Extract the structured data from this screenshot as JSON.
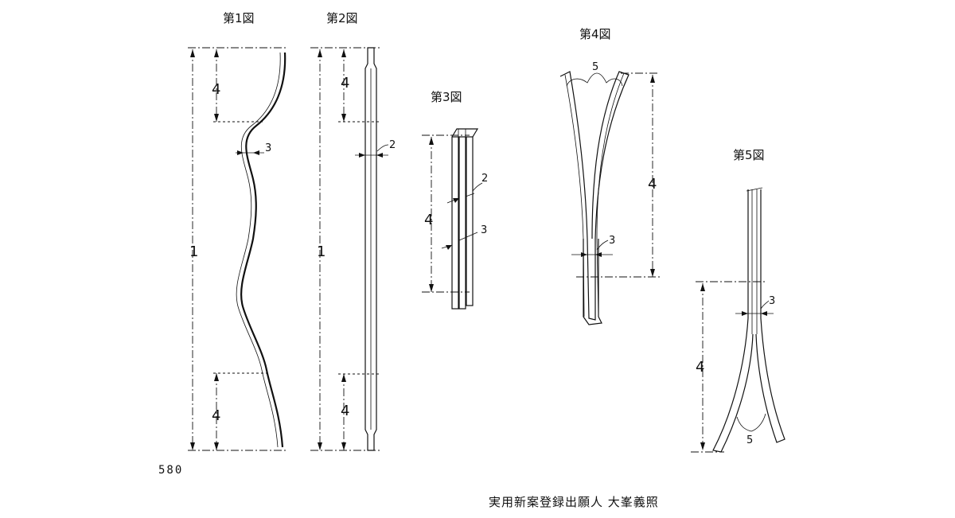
{
  "figures": {
    "fig1": {
      "title": "第1図",
      "dim_top": "4",
      "dim_mid": "1",
      "dim_bottom": "4",
      "callout": "3"
    },
    "fig2": {
      "title": "第2図",
      "dim_top": "4",
      "dim_mid": "1",
      "dim_bottom": "4",
      "callout": "2"
    },
    "fig3": {
      "title": "第3図",
      "dim_main": "4",
      "callout_a": "2",
      "callout_b": "3"
    },
    "fig4": {
      "title": "第4図",
      "dim_main": "4",
      "callout_top": "5",
      "callout_bottom": "3"
    },
    "fig5": {
      "title": "第5図",
      "dim_main": "4",
      "callout_top": "3",
      "callout_bottom": "5"
    }
  },
  "page_number": "580",
  "footer_caption": "実用新案登録出願人 大峯義照"
}
